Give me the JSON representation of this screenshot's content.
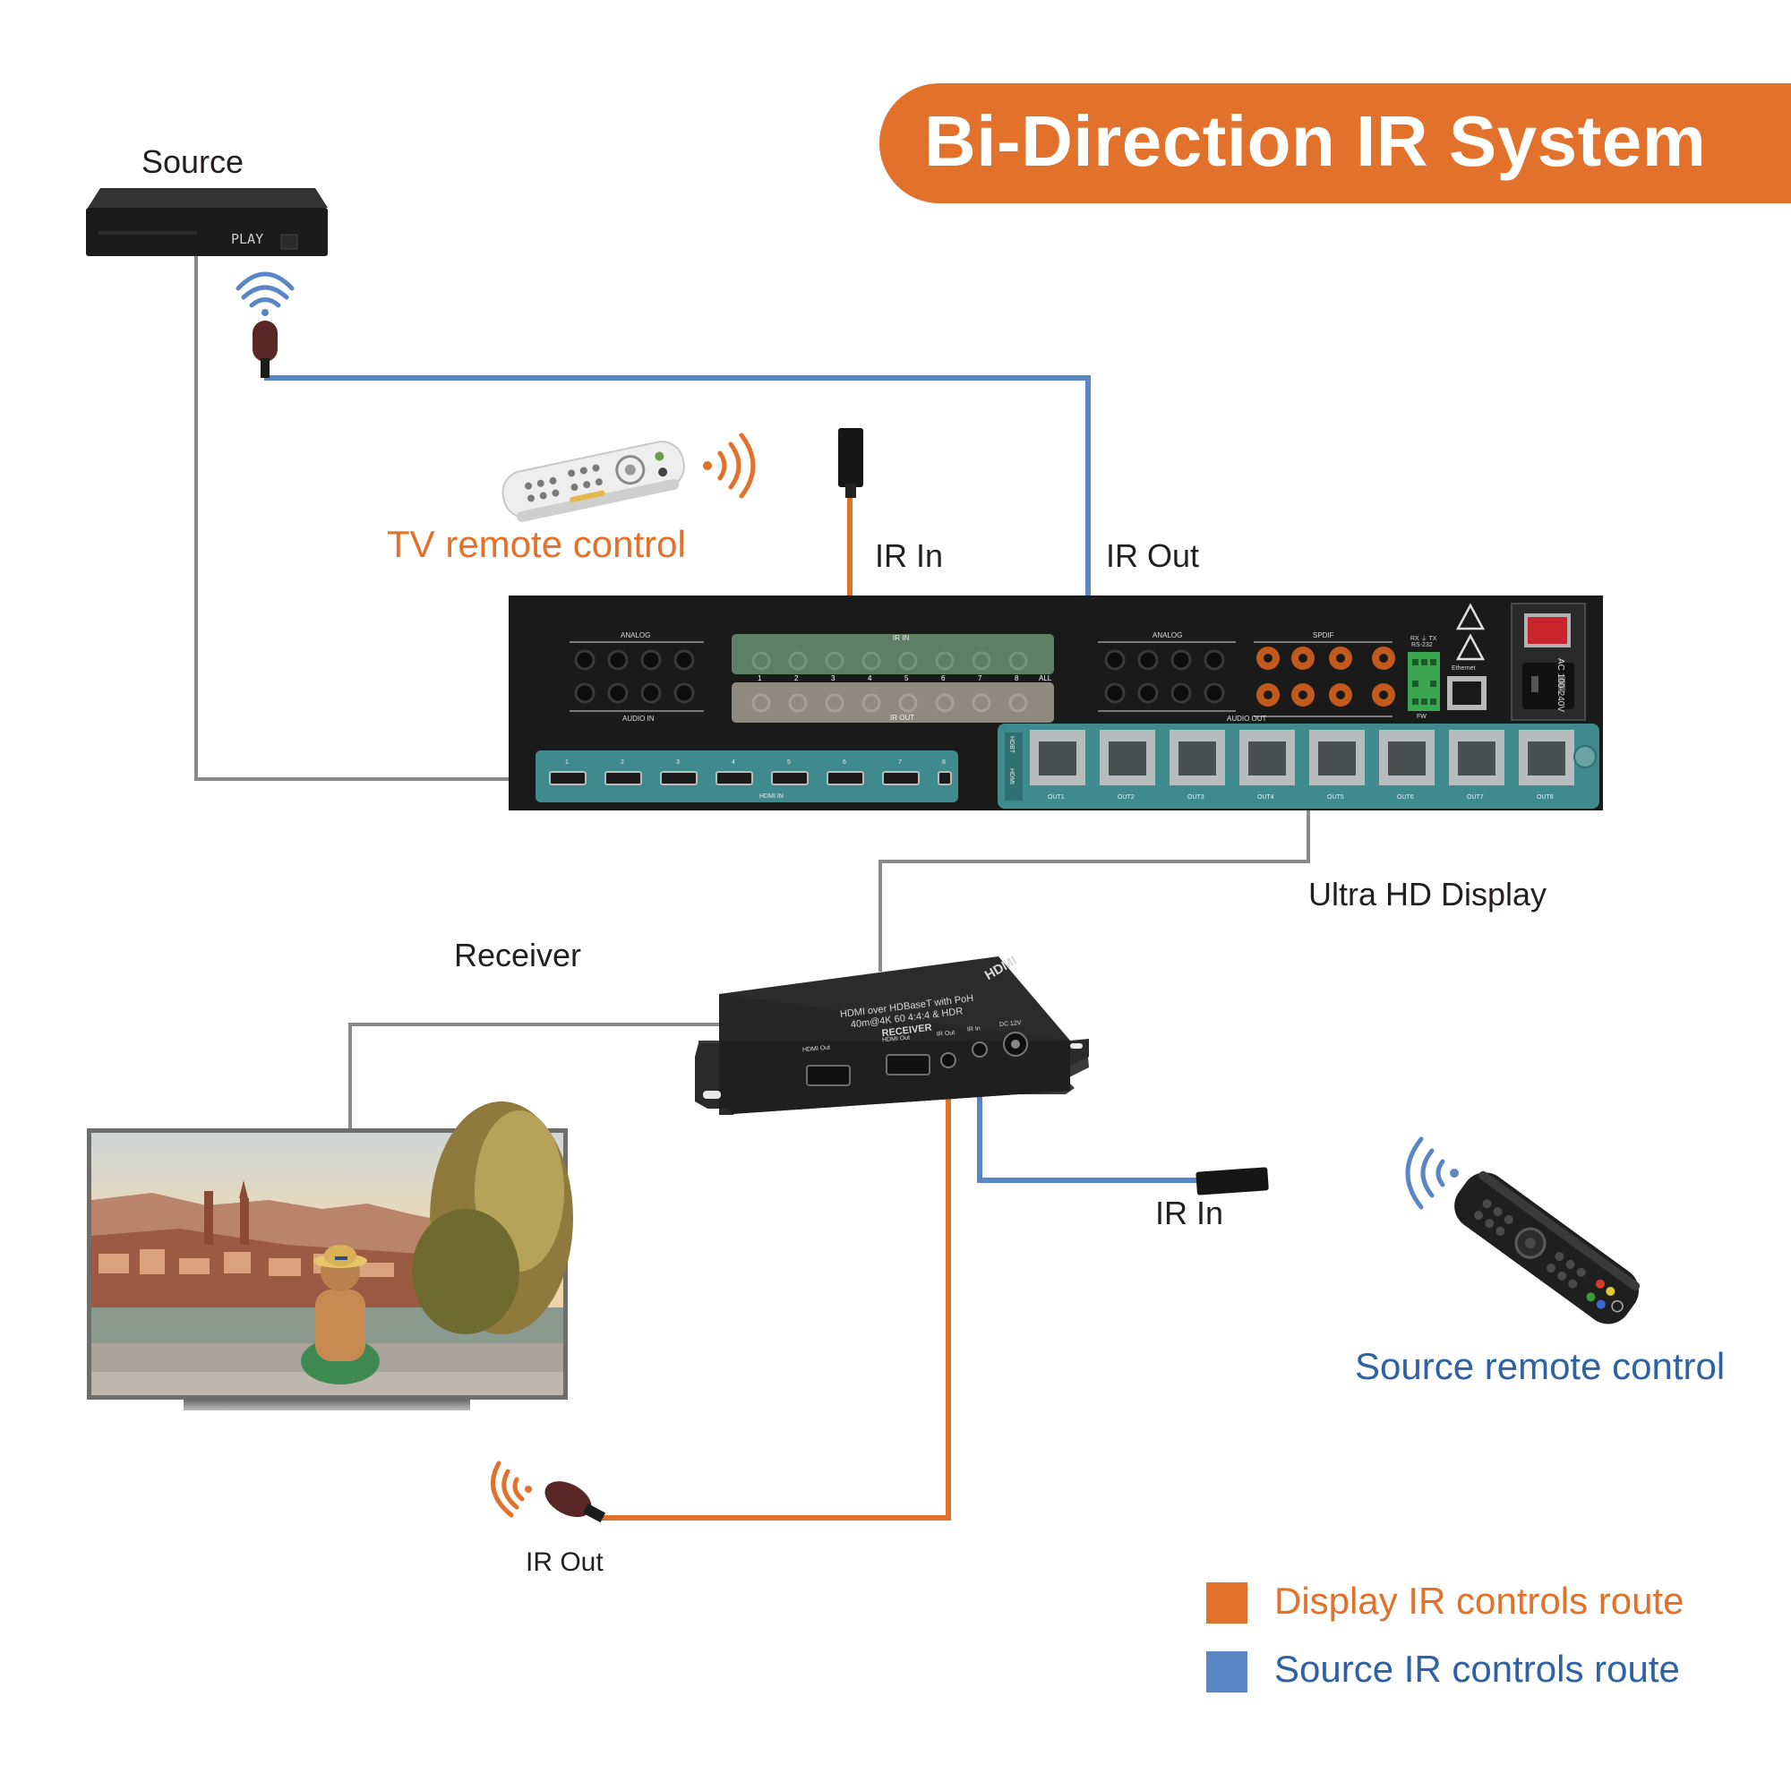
{
  "title": "Bi-Direction IR System",
  "colors": {
    "display_route": "#e1712b",
    "source_route": "#5b86c6",
    "hdmi_cable": "#8a8a8a",
    "title_bg": "#e1712b",
    "device_black": "#1c1c1c",
    "panel_teal": "#3f8a8c"
  },
  "labels": {
    "source": "Source",
    "tv_remote": "TV remote control",
    "ir_in_top": "IR In",
    "ir_out_top": "IR Out",
    "ultra_hd_display": "Ultra HD Display",
    "receiver": "Receiver",
    "ir_in_bottom": "IR In",
    "ir_out_bottom": "IR Out",
    "source_remote": "Source remote control"
  },
  "source_device_display": "PLAY",
  "matrix_panel": {
    "analog_in_label": "ANALOG",
    "audio_in_label": "AUDIO IN",
    "ir_in_label": "IR IN",
    "ir_out_label": "IR OUT",
    "ir_numbers": [
      "1",
      "2",
      "3",
      "4",
      "5",
      "6",
      "7",
      "8",
      "ALL"
    ],
    "analog_out_label": "ANALOG",
    "audio_out_label": "AUDIO OUT",
    "spdif_label": "SPDIF",
    "rs232_label": "RS-232",
    "rs232_pins": "RX ⏚ TX",
    "fw_label": "FW",
    "ethernet_label": "Ethernet",
    "power_label": "AC 100-240V",
    "hdmi_in_label": "HDMI IN",
    "hdmi_in_numbers": [
      "1",
      "2",
      "3",
      "4",
      "5",
      "6",
      "7",
      "8"
    ],
    "hdbt_outputs": [
      "OUT1",
      "OUT2",
      "OUT3",
      "OUT4",
      "OUT5",
      "OUT6",
      "OUT7",
      "OUT8"
    ],
    "hdbt_side_labels": [
      "HDBT",
      "HDMI"
    ]
  },
  "receiver_device": {
    "brand": "HDMI",
    "line1": "HDMI over HDBaseT with PoH",
    "line2": "40m@4K 60 4:4:4 & HDR",
    "line3": "RECEIVER",
    "ports": [
      "HDMI Out",
      "HDMI Out",
      "IR Out",
      "IR In",
      "DC 12V"
    ]
  },
  "legend": [
    {
      "label": "Display IR controls route",
      "color": "#e1712b"
    },
    {
      "label": "Source IR controls route",
      "color": "#5b86c6"
    }
  ]
}
